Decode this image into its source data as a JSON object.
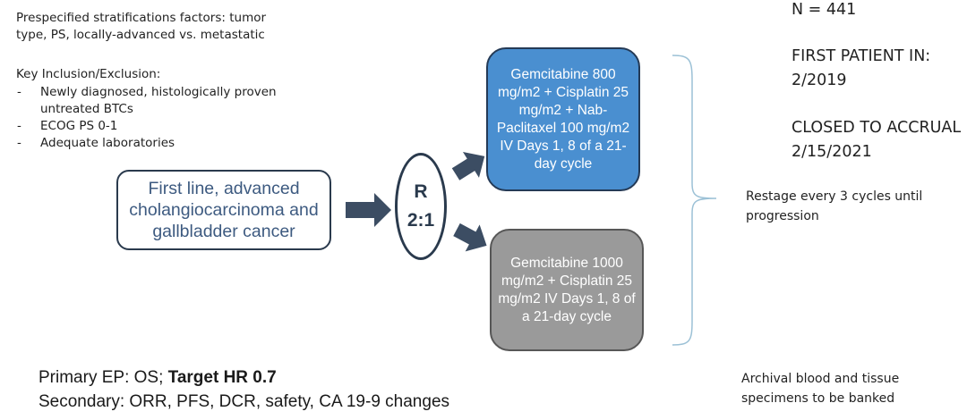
{
  "stratification": "Prespecified stratifications factors: tumor type, PS, locally-advanced vs. metastatic",
  "key_inclusion": {
    "heading": "Key Inclusion/Exclusion:",
    "items": [
      "Newly diagnosed, histologically proven untreated BTCs",
      "ECOG PS 0-1",
      "Adequate laboratories"
    ]
  },
  "entry_box": "First line, advanced cholangiocarcinoma and gallbladder cancer",
  "randomization": {
    "letter": "R",
    "ratio": "2:1"
  },
  "arm_a": "Gemcitabine 800 mg/m2 + Cisplatin 25 mg/m2 + Nab-Paclitaxel 100 mg/m2 IV Days 1, 8 of a 21-day cycle",
  "arm_b": "Gemcitabine 1000 mg/m2 + Cisplatin 25 mg/m2 IV Days 1, 8 of a 21-day cycle",
  "restage": "Restage every 3 cycles until progression",
  "stats": {
    "n": "N = 441",
    "first_patient_label": "FIRST PATIENT IN:",
    "first_patient_date": "2/2019",
    "closed_label": "CLOSED TO ACCRUAL",
    "closed_date": "2/15/2021"
  },
  "primary_ep": {
    "prefix": "Primary EP: OS; ",
    "bold": "Target HR 0.7"
  },
  "secondary": "Secondary: ORR, PFS, DCR, safety, CA 19-9 changes",
  "archival": "Archival blood and tissue specimens to be banked",
  "colors": {
    "arm_a_fill": "#4a8fd0",
    "arm_b_fill": "#9a9a9a",
    "arrow": "#3c4d63",
    "entry_text": "#3d5a80",
    "bracket": "#9cc1d6"
  }
}
